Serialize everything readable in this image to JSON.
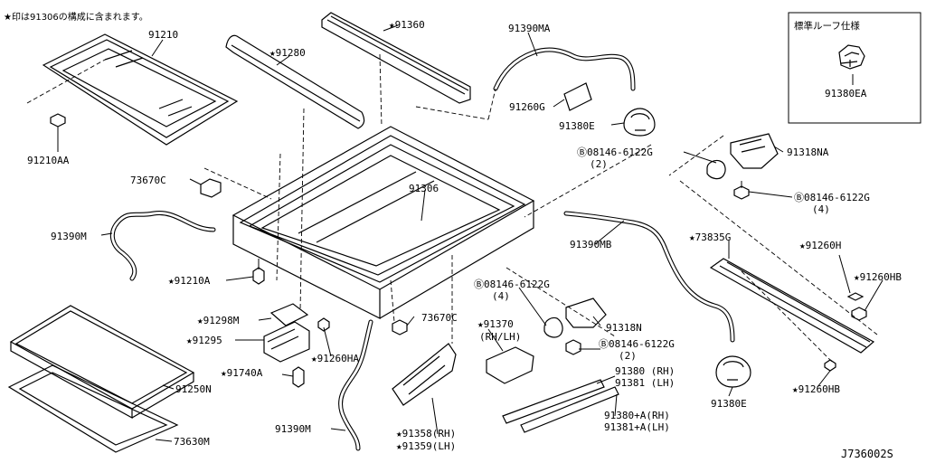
{
  "note": "★印は91306の構成に含まれます。",
  "standard_roof": {
    "title": "標準ルーフ仕様",
    "part": "91380EA"
  },
  "drawing_code": "J736002S",
  "labels": [
    {
      "id": "91210",
      "text": "91210"
    },
    {
      "id": "91210AA",
      "text": "91210AA"
    },
    {
      "id": "91280",
      "text": "★91280"
    },
    {
      "id": "91360",
      "text": "★91360"
    },
    {
      "id": "91390MA",
      "text": "91390MA"
    },
    {
      "id": "91260G",
      "text": "91260G"
    },
    {
      "id": "91380E-top",
      "text": "91380E"
    },
    {
      "id": "bolt-1-code",
      "text": "Ⓑ08146-6122G"
    },
    {
      "id": "bolt-1-qty",
      "text": "(2)"
    },
    {
      "id": "91318NA",
      "text": "91318NA"
    },
    {
      "id": "bolt-2-code",
      "text": "Ⓑ08146-6122G"
    },
    {
      "id": "bolt-2-qty",
      "text": "(4)"
    },
    {
      "id": "73670C-top",
      "text": "73670C"
    },
    {
      "id": "91306",
      "text": "91306"
    },
    {
      "id": "91390M",
      "text": "91390M"
    },
    {
      "id": "91390MB",
      "text": "91390MB"
    },
    {
      "id": "73835G",
      "text": "★73835G"
    },
    {
      "id": "91260H",
      "text": "★91260H"
    },
    {
      "id": "91260HB-right",
      "text": "★91260HB"
    },
    {
      "id": "91210A",
      "text": "★91210A"
    },
    {
      "id": "bolt-3-code",
      "text": "Ⓑ08146-6122G"
    },
    {
      "id": "bolt-3-qty",
      "text": "(4)"
    },
    {
      "id": "73670C-mid",
      "text": "73670C"
    },
    {
      "id": "91298M",
      "text": "★91298M"
    },
    {
      "id": "91295",
      "text": "★91295"
    },
    {
      "id": "91370",
      "text": "★91370"
    },
    {
      "id": "91370-sub",
      "text": "(RH/LH)"
    },
    {
      "id": "91318N",
      "text": "91318N"
    },
    {
      "id": "bolt-4-code",
      "text": "Ⓑ08146-6122G"
    },
    {
      "id": "bolt-4-qty",
      "text": "(2)"
    },
    {
      "id": "91260HA",
      "text": "★91260HA"
    },
    {
      "id": "91740A",
      "text": "★91740A"
    },
    {
      "id": "91250N",
      "text": "91250N"
    },
    {
      "id": "91380-rh",
      "text": "91380 (RH)"
    },
    {
      "id": "91381-lh",
      "text": "91381 (LH)"
    },
    {
      "id": "91380E-bottom",
      "text": "91380E"
    },
    {
      "id": "91260HB-bottom",
      "text": "★91260HB"
    },
    {
      "id": "91380A-rh",
      "text": "91380+A(RH)"
    },
    {
      "id": "91381A-lh",
      "text": "91381+A(LH)"
    },
    {
      "id": "91390M-bottom",
      "text": "91390M"
    },
    {
      "id": "91358-rh",
      "text": "★91358(RH)"
    },
    {
      "id": "91359-lh",
      "text": "★91359(LH)"
    },
    {
      "id": "73630M",
      "text": "73630M"
    }
  ]
}
